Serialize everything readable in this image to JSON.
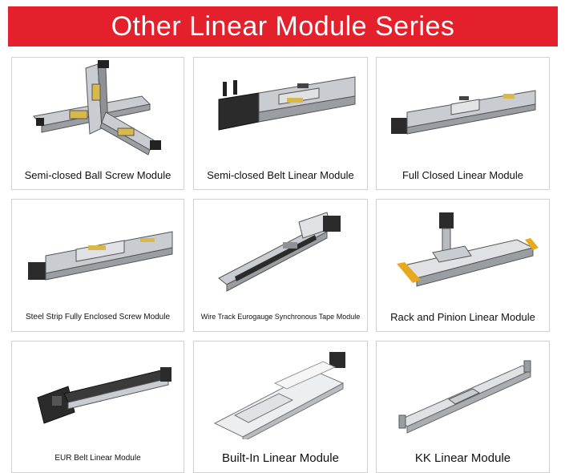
{
  "banner": {
    "title": "Other Linear Module Series",
    "color": "#e3202c"
  },
  "modules": [
    {
      "caption": "Semi-closed Ball Screw Module",
      "icon": "gantry-xyz-module-image"
    },
    {
      "caption": "Semi-closed Belt Linear Module",
      "icon": "belt-module-image"
    },
    {
      "caption": "Full Closed Linear Module",
      "icon": "full-closed-module-image"
    },
    {
      "caption": "Steel Strip Fully Enclosed Screw Module",
      "icon": "steel-strip-module-image"
    },
    {
      "caption": "Wire Track Eurogauge Synchronous Tape Module",
      "icon": "wire-track-module-image"
    },
    {
      "caption": "Rack and Pinion Linear Module",
      "icon": "rack-pinion-module-image"
    },
    {
      "caption": "EUR Belt Linear Module",
      "icon": "eur-belt-module-image"
    },
    {
      "caption": "Built-In Linear Module",
      "icon": "built-in-module-image"
    },
    {
      "caption": "KK Linear Module",
      "icon": "kk-module-image"
    }
  ]
}
